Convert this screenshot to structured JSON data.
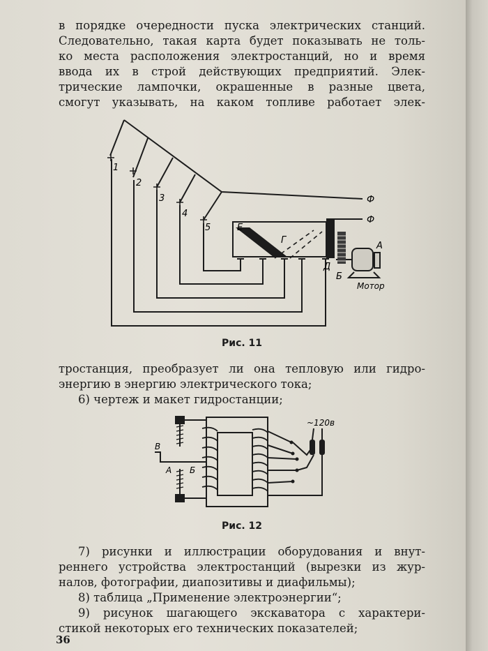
{
  "text_top": [
    "в порядке очередности пуска электрических станций.",
    "Следовательно, такая карта будет показывать не толь-",
    "ко места расположения электростанций, но и время",
    "ввода их в строй действующих предприятий. Элек-",
    "трические лампочки, окрашенные в разные цвета,",
    "смогут указывать, на каком топливе работает элек-"
  ],
  "fig11": {
    "labels": {
      "n1": "1",
      "n2": "2",
      "n3": "3",
      "n4": "4",
      "n5": "5",
      "f1": "Ф",
      "f2": "Ф",
      "e": "Е",
      "g": "Г",
      "d": "Д",
      "b": "Б",
      "a": "А",
      "motor": "Мотор"
    },
    "caption": "Рис. 11"
  },
  "text_mid": [
    "тростанция, преобразует ли она тепловую или гидро-",
    "энергию в энергию электрического тока;",
    "6) чертеж и макет гидростанции;"
  ],
  "fig12": {
    "labels": {
      "v": "В",
      "a": "А",
      "b": "Б",
      "voltage": "~120в"
    },
    "caption": "Рис. 12"
  },
  "text_bottom": [
    "7) рисунки и иллюстрации оборудования и внут-",
    "реннего устройства электростанций (вырезки из жур-",
    "налов, фотографии, диапозитивы и диафильмы);",
    "8) таблица „Применение электроэнергии“;",
    "9) рисунок шагающего экскаватора с характери-",
    "стикой некоторых его технических показателей;"
  ],
  "page_number": "36"
}
